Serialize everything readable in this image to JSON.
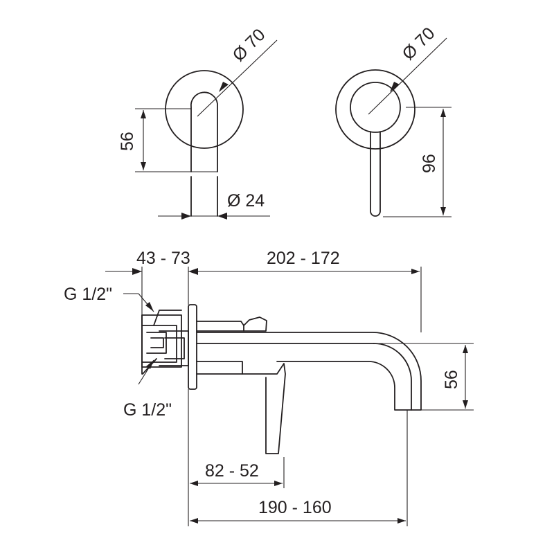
{
  "front_faucet": {
    "diameter_label": "Ø 70",
    "height_label": "56",
    "spout_diameter_label": "Ø 24"
  },
  "front_mixer": {
    "diameter_label": "Ø 70",
    "height_label": "96"
  },
  "side_view": {
    "top_left_label": "43 - 73",
    "top_right_label": "202 - 172",
    "thread_top_label": "G 1/2\"",
    "thread_bottom_label": "G 1/2\"",
    "spout_height_label": "56",
    "lever_reach_label": "82 - 52",
    "spout_reach_label": "190 - 160"
  }
}
